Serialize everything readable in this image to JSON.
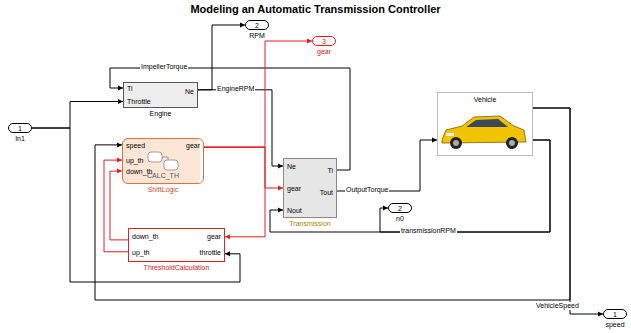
{
  "diagram": {
    "title": "Modeling an Automatic Transmission Controller",
    "nodes": [
      {
        "text": [
          "1",
          "In1"
        ]
      },
      {
        "text": [
          "2",
          "RPM"
        ]
      },
      {
        "text": [
          "3",
          "gear"
        ]
      },
      {
        "text": [
          "Ti",
          "Throttle",
          "Ne",
          "Engine"
        ]
      },
      {
        "text": [
          "speed",
          "up_th",
          "down_th",
          "gear",
          "CALC_TH",
          "ShiftLogic"
        ]
      },
      {
        "text": [
          "down_th",
          "up_th",
          "gear",
          "throttle",
          "ThresholdCalculation"
        ]
      },
      {
        "text": [
          "Ne",
          "gear",
          "Nout",
          "Ti",
          "Tout",
          "Transmission"
        ]
      },
      {
        "text": [
          "2",
          "n0"
        ]
      },
      {
        "text": [
          "Vehicle"
        ]
      },
      {
        "text": [
          "1",
          "speed"
        ]
      }
    ],
    "edges": [
      {
        "from": 0,
        "to": 3,
        "arrow": "to"
      },
      {
        "from": 0,
        "to": 5,
        "arrow": "to"
      },
      {
        "from": 3,
        "to": 1,
        "arrow": "to"
      },
      {
        "from": 3,
        "to": 6,
        "label": "EngineRPM",
        "arrow": "to"
      },
      {
        "from": 6,
        "to": 3,
        "label": "ImpellerTorque",
        "arrow": "to"
      },
      {
        "from": 4,
        "to": 2,
        "arrow": "to"
      },
      {
        "from": 4,
        "to": 6,
        "arrow": "to"
      },
      {
        "from": 4,
        "to": 5,
        "arrow": "to"
      },
      {
        "from": 5,
        "to": 4,
        "arrow": "to"
      },
      {
        "from": 5,
        "to": 4,
        "arrow": "to"
      },
      {
        "from": 6,
        "to": 8,
        "label": "OutputTorque",
        "arrow": "to"
      },
      {
        "from": 8,
        "to": 6,
        "label": "transmissionRPM",
        "arrow": "to"
      },
      {
        "from": 8,
        "to": 7,
        "arrow": "to"
      },
      {
        "from": 8,
        "to": 9,
        "label": "VehicleSpeed",
        "arrow": "to"
      },
      {
        "from": 8,
        "to": 4,
        "arrow": "to"
      }
    ]
  }
}
